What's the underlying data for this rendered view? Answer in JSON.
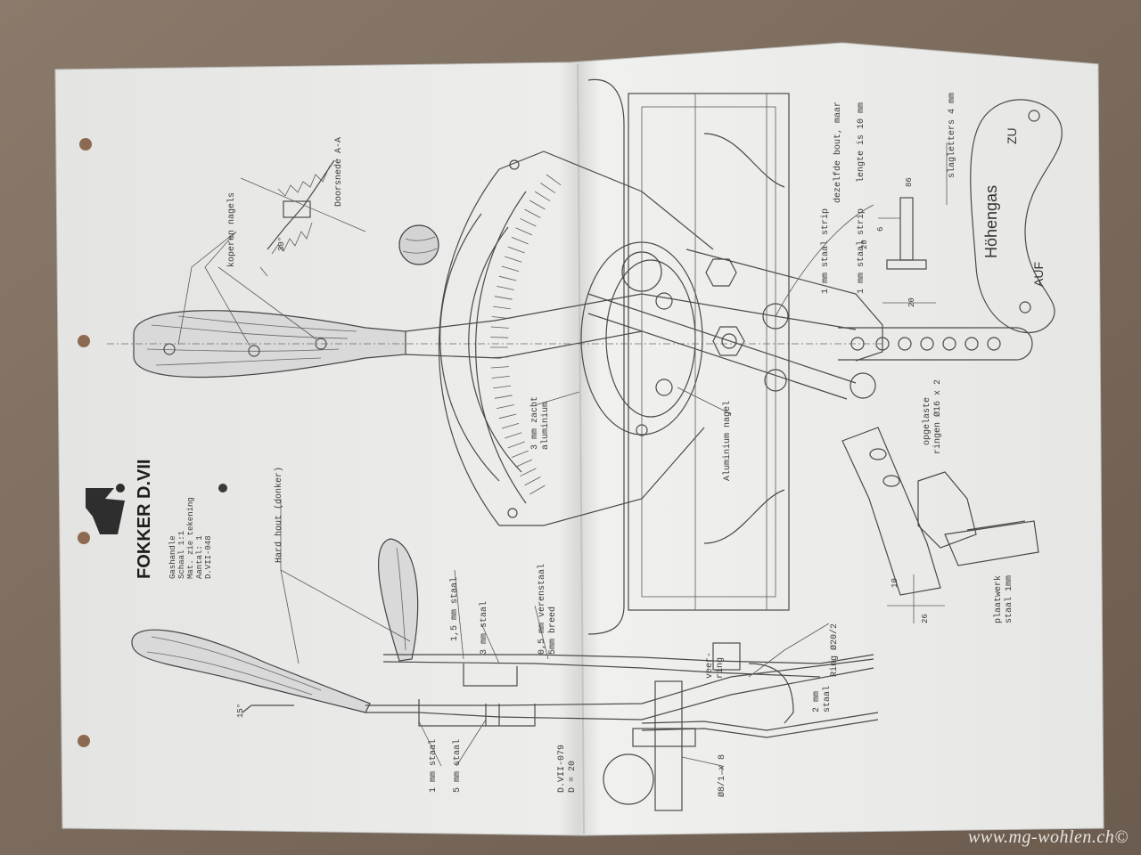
{
  "drawing": {
    "title": "FOKKER D.VII",
    "title_block": [
      "Gashandle",
      "Schaal 1:1",
      "Mat. zie tekening",
      "Aantal: 1",
      "D.VII-048"
    ],
    "drawing_number": "D.VII-079",
    "size_code": "D = 20",
    "section_label": "Doorsnede A-A",
    "angle_30": "30°",
    "angle_15": "15°",
    "callouts": {
      "koperen_nagels": "koperen nagels",
      "hard_hout": "Hard hout (donker)",
      "mm15_staal": "1,5 mm staal",
      "mm3_staal": "3 mm staal",
      "verenstaal": "0,5 mm verenstaal",
      "breed": "5mm breed",
      "zacht_alu": "3 mm zacht",
      "alu": "aluminium",
      "alu_nagel": "Aluminium nagel",
      "veer_ring": "veer-",
      "ring_word": "ring",
      "ring_size": "Ring Ø20/2",
      "mm2": "2 mm",
      "staal": "staal",
      "mm1_staal": "1 mm staal",
      "mm5_staal": "5 mm staal",
      "bolt": "Ø8/1 x 8",
      "strip1": "1 mm staal strip",
      "strip_bout": "dezelfde bout, maar",
      "strip3": "1 mm staal strip",
      "lengte": "lengte is 10 mm",
      "opgelaste": "opgelaste",
      "ringen": "ringen Ø16 x 2",
      "plaatwerk": "plaatwerk",
      "staal1mm": "staal 1mm",
      "slagletters": "slagletters 4 mm"
    },
    "dims": {
      "d20a": "20",
      "d6": "6",
      "d20b": "20",
      "d10": "10",
      "d26": "26",
      "d86": "86"
    },
    "plate": {
      "word": "Höhengas",
      "auf": "AUF",
      "zu": "ZU"
    }
  },
  "watermark": "www.mg-wohlen.ch©",
  "colors": {
    "table": "#7a6a5c",
    "paper": "#ececea",
    "ink": "#444444"
  }
}
